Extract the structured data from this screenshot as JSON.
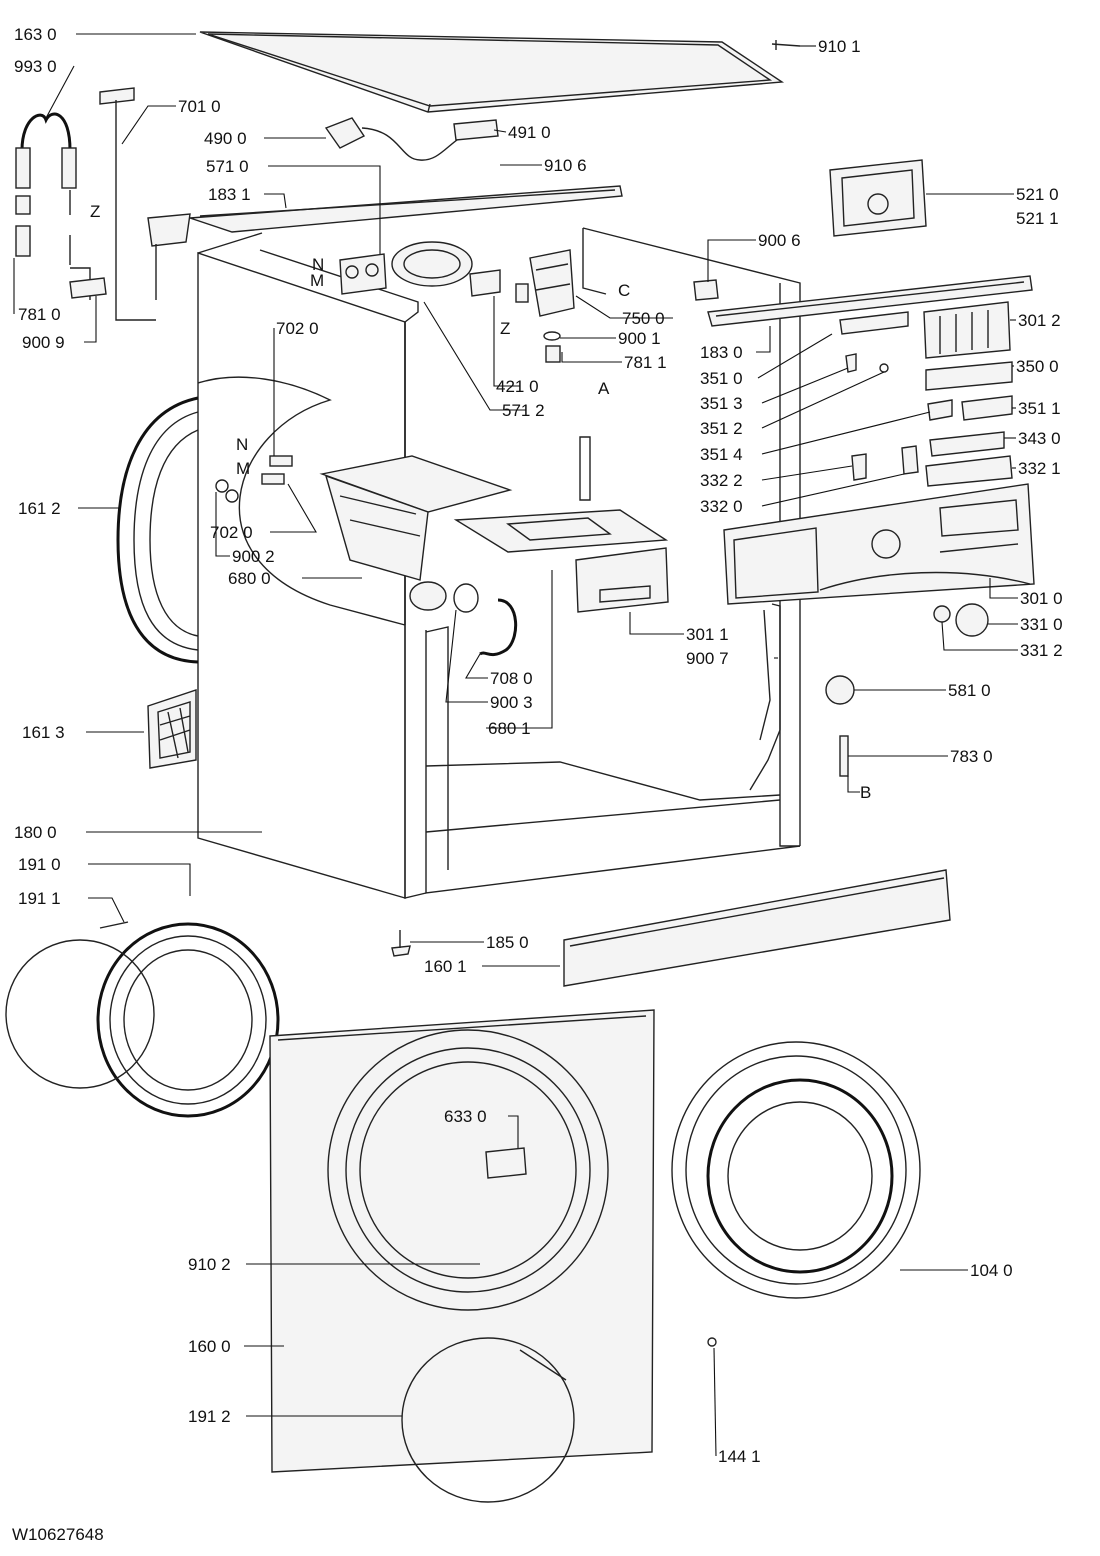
{
  "doc_id": "W10627648",
  "letters": {
    "n": "N",
    "m": "M",
    "z": "Z",
    "c": "C",
    "a": "A",
    "b": "B"
  },
  "labels": {
    "l1630": "163 0",
    "l9930": "993 0",
    "l7010": "701 0",
    "l4900": "490 0",
    "l4910": "491 0",
    "l9106": "910 6",
    "l5710": "571 0",
    "l1831": "183 1",
    "l9101": "910 1",
    "l5210": "521 0",
    "l5211": "521 1",
    "l9006": "900 6",
    "l7810": "781 0",
    "l9009": "900 9",
    "l7020a": "702 0",
    "l7500": "750 0",
    "l9001": "900 1",
    "l7811": "781 1",
    "l4210": "421 0",
    "l5712": "571 2",
    "l1830": "183 0",
    "l3012": "301 2",
    "l3510": "351 0",
    "l3500": "350 0",
    "l3513": "351 3",
    "l3511": "351 1",
    "l3512": "351 2",
    "l3514": "351 4",
    "l3430": "343 0",
    "l3322": "332 2",
    "l3321": "332 1",
    "l3320": "332 0",
    "l1612": "161 2",
    "l7020b": "702 0",
    "l9002": "900 2",
    "l6800": "680 0",
    "l3011": "301 1",
    "l9007": "900 7",
    "l3010": "301 0",
    "l3310": "331 0",
    "l3312": "331 2",
    "l7080": "708 0",
    "l9003": "900 3",
    "l6801": "680 1",
    "l5810": "581 0",
    "l1613": "161 3",
    "l7830": "783 0",
    "l1800": "180 0",
    "l1910": "191 0",
    "l1911": "191 1",
    "l1850": "185 0",
    "l1601": "160 1",
    "l6330": "633 0",
    "l9102": "910 2",
    "l1040": "104 0",
    "l1600": "160 0",
    "l1912": "191 2",
    "l1441": "144 1"
  }
}
